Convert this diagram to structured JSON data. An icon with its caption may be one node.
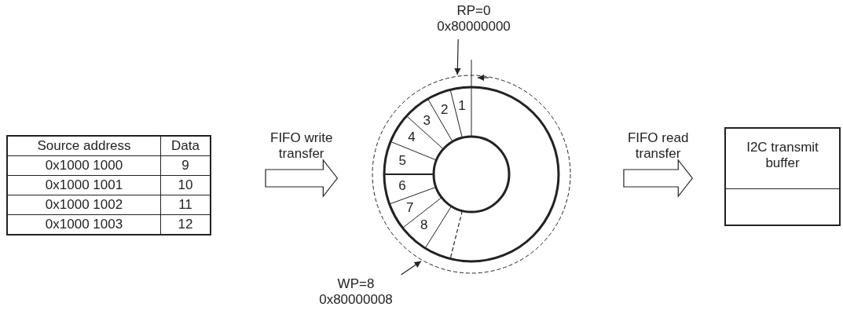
{
  "diagram": {
    "nodes": [
      {
        "text": [
          "Source address",
          "Data",
          "0x1000 1000",
          "9",
          "0x1000 1001",
          "10",
          "0x1000 1002",
          "11",
          "0x1000 1003",
          "12"
        ]
      },
      {
        "text": [
          "1",
          "2",
          "3",
          "4",
          "5",
          "6",
          "7",
          "8"
        ]
      },
      {
        "text": [
          "I2C transmit buffer"
        ]
      },
      {
        "text": [
          "RP=0",
          "0x80000000"
        ]
      },
      {
        "text": [
          "WP=8",
          "0x80000008"
        ]
      }
    ],
    "edges": [
      {
        "from": 0,
        "to": 1,
        "arrow": "to",
        "label": "FIFO write transfer",
        "style": "thick"
      },
      {
        "from": 1,
        "to": 2,
        "arrow": "to",
        "label": "FIFO read transfer",
        "style": "thick"
      },
      {
        "from": 3,
        "to": 1,
        "arrow": "to"
      },
      {
        "from": 4,
        "to": 1,
        "arrow": "to"
      }
    ]
  }
}
